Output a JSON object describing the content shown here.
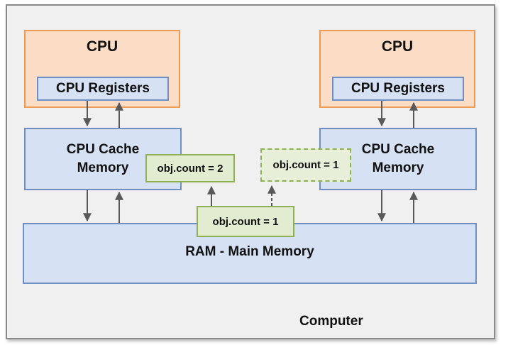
{
  "diagram": {
    "computer_label": "Computer",
    "cpus": [
      {
        "title": "CPU",
        "registers": "CPU Registers",
        "cache": "CPU Cache\nMemory"
      },
      {
        "title": "CPU",
        "registers": "CPU Registers",
        "cache": "CPU Cache\nMemory"
      }
    ],
    "ram_label": "RAM - Main Memory",
    "values": {
      "left_cache": "obj.count = 2",
      "right_cache": "obj.count = 1",
      "ram": "obj.count = 1"
    },
    "colors": {
      "cpu_fill": "#fbdcc4",
      "cpu_border": "#ee9a52",
      "memory_fill": "#d6e2f3",
      "memory_border": "#6d8fc4",
      "value_fill": "#e2ecd0",
      "value_border": "#8fb153",
      "arrow": "#595959"
    }
  }
}
